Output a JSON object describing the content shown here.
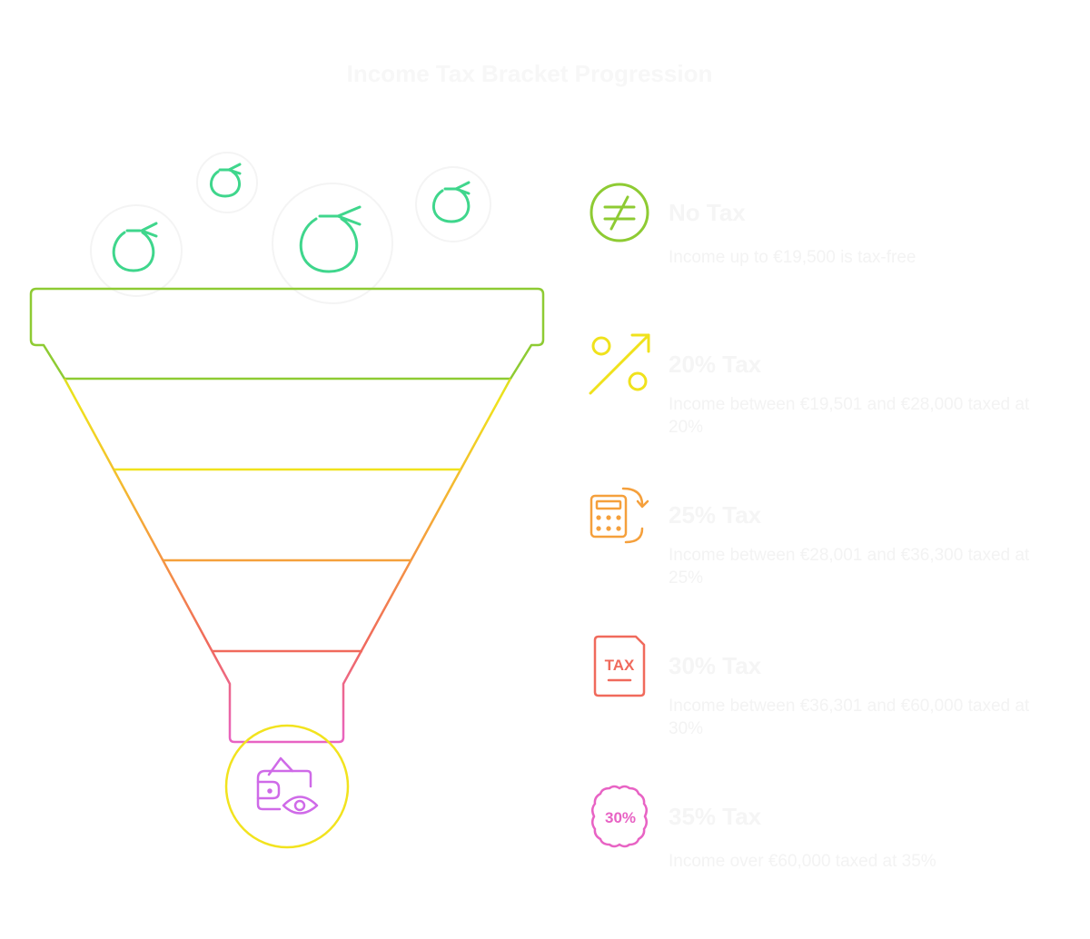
{
  "title": "Income Tax Bracket Progression",
  "brackets": [
    {
      "title": "No Tax",
      "description": "Income up to €19,500 is tax-free",
      "icon": "not-equal-icon",
      "color": "#8ecb33"
    },
    {
      "title": "20% Tax",
      "description": "Income between €19,501 and €28,000 taxed at 20%",
      "icon": "percent-up-icon",
      "color": "#f0e21c"
    },
    {
      "title": "25% Tax",
      "description": "Income between €28,001 and €36,300 taxed at 25%",
      "icon": "calculator-icon",
      "color": "#f5a03c"
    },
    {
      "title": "30% Tax",
      "description": "Income between €36,301 and €60,000 taxed at 30%",
      "icon": "tax-document-icon",
      "color": "#f06a5c"
    },
    {
      "title": "35% Tax",
      "description": "Income over €60,000 taxed at 35%",
      "icon": "percent-badge-icon",
      "color": "#e863c4"
    }
  ],
  "icons": {
    "tax_doc_label": "TAX",
    "badge_label": "30%",
    "money_bag_color": "#3fd68c",
    "wallet_color": "#cf6ae8",
    "output_circle_color": "#f2e31e"
  }
}
